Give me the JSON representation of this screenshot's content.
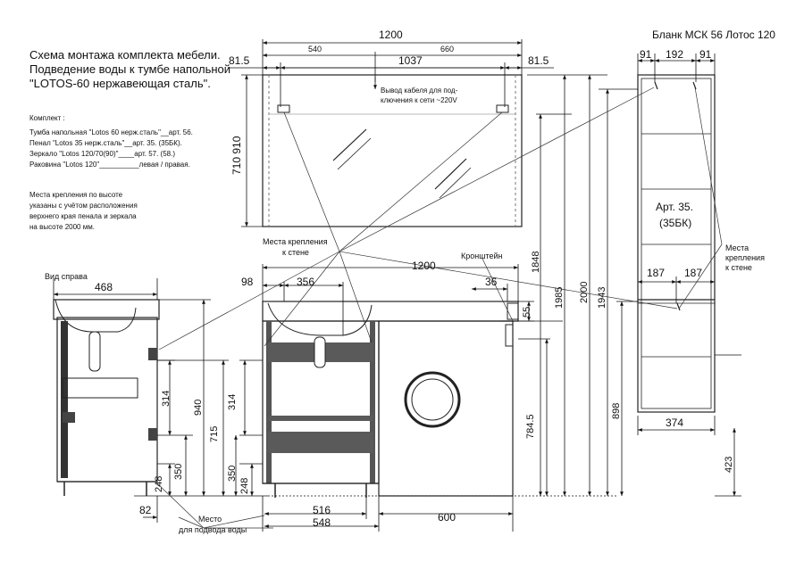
{
  "header": {
    "form_title": "Бланк МСК 56 Лотос 120",
    "scheme_line1": "Схема монтажа комплекта мебели.",
    "scheme_line2": "Подведение воды к тумбе напольной",
    "scheme_line3": "\"LOTOS-60 нержавеющая сталь\"."
  },
  "kit": {
    "heading": "Комплект :",
    "items": [
      "Тумба напольная \"Lotos 60 нерж.сталь\"__арт. 56.",
      "Пенал \"Lotos 35 нерж.сталь\"__арт. 35. (35БК).",
      "Зеркало \"Lotos 120/70(90)\"____арт. 57. (58.)",
      "Раковина \"Lotos 120\"__________левая / правая."
    ]
  },
  "note": {
    "lines": [
      "Места крепления по высоте",
      "указаны с учётом расположения",
      "верхнего края пенала и зеркала",
      "на высоте 2000 мм."
    ]
  },
  "labels": {
    "side_view": "Вид справа",
    "cable_line1": "Вывод кабеля для под-",
    "cable_line2": "ключения к сети ~220V",
    "mount_points_line1": "Места крепления",
    "mount_points_line2": "к стене",
    "bracket": "Кронштейн",
    "water_line1": "Место",
    "water_line2": "для подвода воды",
    "pencil_case_line1": "Арт. 35.",
    "pencil_case_line2": "(35БК)",
    "wall_mount_line1": "Места",
    "wall_mount_line2": "крепления",
    "wall_mount_line3": "к стене"
  },
  "dims": {
    "mirror_width": "1200",
    "mirror_540": "540",
    "mirror_660": "660",
    "mirror_left": "81.5",
    "mirror_mid": "1037",
    "mirror_right": "81.5",
    "mirror_height": "710 910",
    "top_width": "1200",
    "sink_98": "98",
    "sink_356": "356",
    "bracket_36": "36",
    "top_55": "55",
    "side_468": "468",
    "side_314": "314",
    "side_940": "940",
    "side_715": "715",
    "side_248": "248",
    "side_350": "350",
    "side_82": "82",
    "cab_314": "314",
    "cab_350": "350",
    "cab_248": "248",
    "cab_516": "516",
    "cab_548": "548",
    "wash_600": "600",
    "h_784_5": "784.5",
    "h_1848": "1848",
    "h_1985": "1985",
    "h_2000": "2000",
    "h_1943": "1943",
    "h_898": "898",
    "h_423": "423",
    "pen_91a": "91",
    "pen_192": "192",
    "pen_91b": "91",
    "pen_187a": "187",
    "pen_187b": "187",
    "pen_374": "374"
  }
}
